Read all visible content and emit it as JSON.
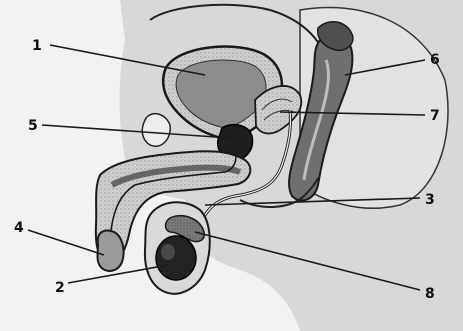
{
  "labels": {
    "l1": "1",
    "l2": "2",
    "l3": "3",
    "l4": "4",
    "l5": "5",
    "l6": "6",
    "l7": "7",
    "l8": "8"
  },
  "colors": {
    "background": "#f2f2f2",
    "tissue_dark": "#555555",
    "tissue_mid": "#8a8a8a",
    "tissue_light": "#c9c9c9",
    "outline": "#1a1a1a",
    "leader_line": "#1a1a1a"
  }
}
